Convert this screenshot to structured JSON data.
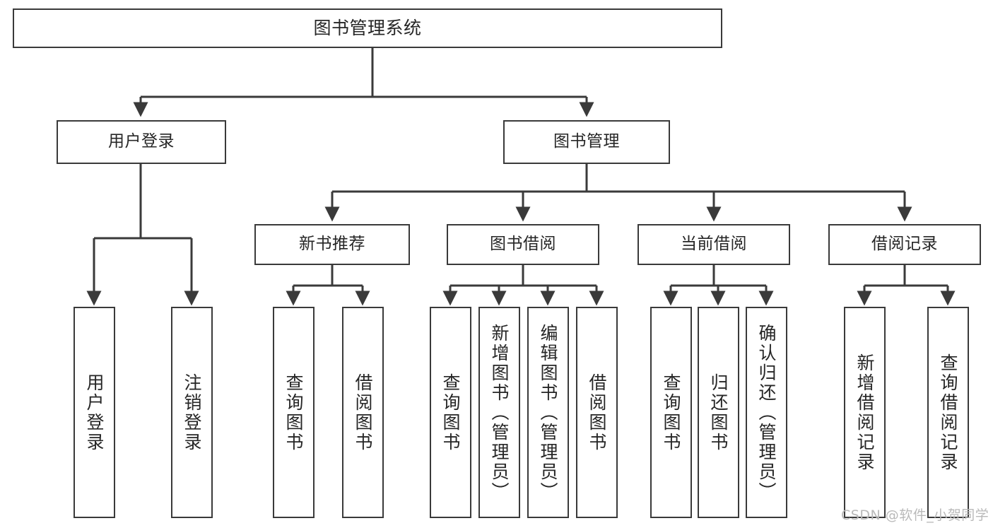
{
  "diagram": {
    "title": "图书管理系统",
    "type": "function-hierarchy-tree",
    "watermark": "CSDN @软件_小贺同学",
    "colors": {
      "stroke": "#3a3a3a",
      "fill": "#ffffff",
      "text": "#262626",
      "watermark": "#b9b9b9"
    },
    "levels": {
      "root": {
        "label": "图书管理系统"
      },
      "level2": [
        {
          "id": "user-login",
          "label": "用户登录"
        },
        {
          "id": "book-manage",
          "label": "图书管理"
        }
      ],
      "level3": [
        {
          "id": "new-book-recommend",
          "label": "新书推荐",
          "parent": "book-manage"
        },
        {
          "id": "book-borrow",
          "label": "图书借阅",
          "parent": "book-manage"
        },
        {
          "id": "current-borrow",
          "label": "当前借阅",
          "parent": "book-manage"
        },
        {
          "id": "borrow-record",
          "label": "借阅记录",
          "parent": "book-manage"
        }
      ],
      "leaves": [
        {
          "id": "leaf-user-login",
          "label": "用户登录",
          "parent": "user-login"
        },
        {
          "id": "leaf-logout-login",
          "label": "注销登录",
          "parent": "user-login"
        },
        {
          "id": "leaf-query-book-1",
          "label": "查询图书",
          "parent": "new-book-recommend"
        },
        {
          "id": "leaf-borrow-book-1",
          "label": "借阅图书",
          "parent": "new-book-recommend"
        },
        {
          "id": "leaf-query-book-2",
          "label": "查询图书",
          "parent": "book-borrow"
        },
        {
          "id": "leaf-add-book",
          "label": "新增图书（管理员）",
          "parent": "book-borrow"
        },
        {
          "id": "leaf-edit-book",
          "label": "编辑图书（管理员）",
          "parent": "book-borrow"
        },
        {
          "id": "leaf-borrow-book-2",
          "label": "借阅图书",
          "parent": "book-borrow"
        },
        {
          "id": "leaf-query-book-3",
          "label": "查询图书",
          "parent": "current-borrow"
        },
        {
          "id": "leaf-return-book",
          "label": "归还图书",
          "parent": "current-borrow"
        },
        {
          "id": "leaf-confirm-return",
          "label": "确认归还（管理员）",
          "parent": "current-borrow"
        },
        {
          "id": "leaf-add-record",
          "label": "新增借阅记录",
          "parent": "borrow-record"
        },
        {
          "id": "leaf-query-record",
          "label": "查询借阅记录",
          "parent": "borrow-record"
        }
      ]
    }
  }
}
